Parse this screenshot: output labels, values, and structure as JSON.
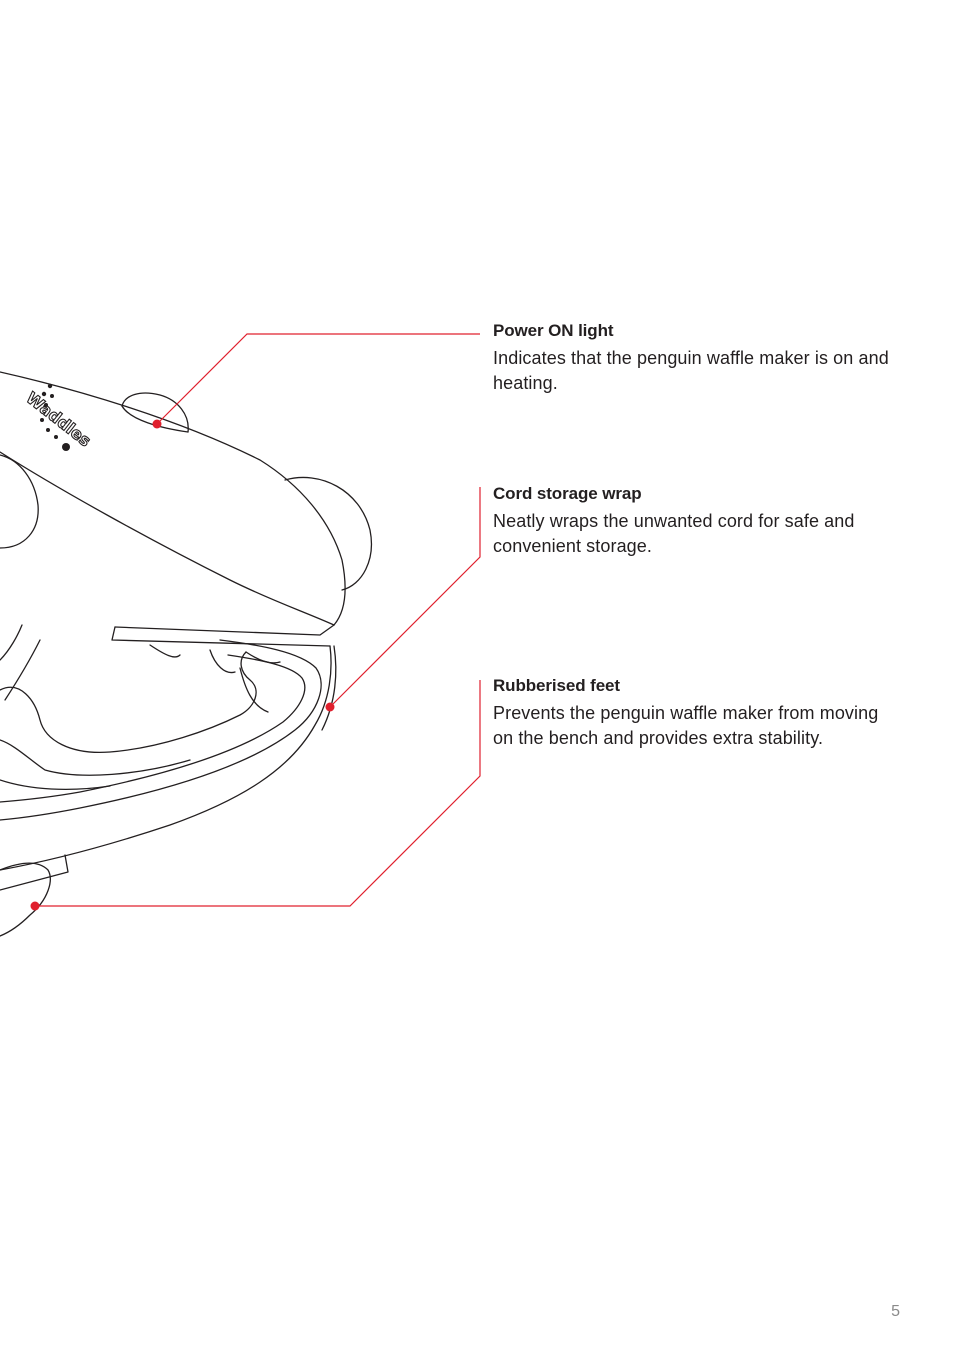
{
  "brand": {
    "logo_text": "Waddles"
  },
  "colors": {
    "callout_line": "#e0202e",
    "outline": "#231f20",
    "page_number": "#8a8a8a"
  },
  "features": [
    {
      "title": "Power ON light",
      "description": "Indicates that the penguin waffle maker is on and heating."
    },
    {
      "title": "Cord storage wrap",
      "description": "Neatly wraps the unwanted cord for safe and convenient storage."
    },
    {
      "title": "Rubberised feet",
      "description": "Prevents the penguin waffle maker from moving on the bench and provides extra stability."
    }
  ],
  "page_number": "5"
}
